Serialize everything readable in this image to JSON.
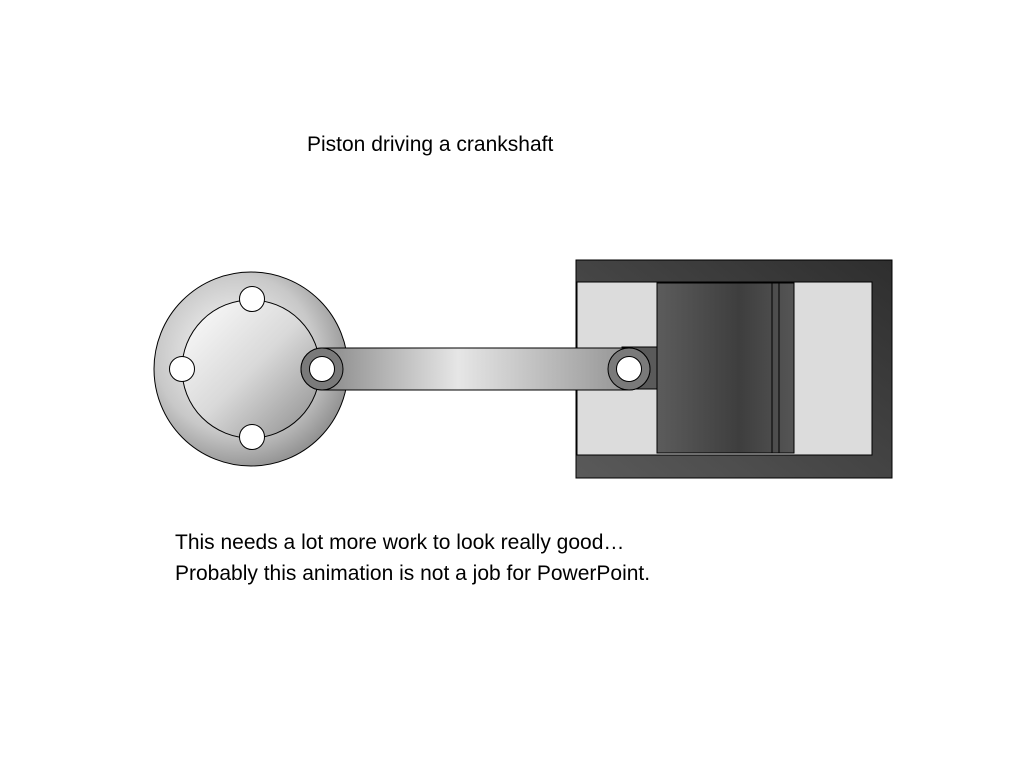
{
  "slide": {
    "title": "Piston driving a crankshaft",
    "notes": [
      "This needs a lot more work to look really good…",
      "Probably this animation is not a job for PowerPoint."
    ]
  },
  "diagram": {
    "components": [
      "crankshaft-wheel",
      "connecting-rod",
      "piston",
      "cylinder"
    ],
    "colors": {
      "cylinder_dark": "#3a3a3a",
      "cylinder_bore": "#dcdcdc",
      "piston_dark": "#4a4a4a",
      "rod_light": "#e0e0e0",
      "wheel_light": "#ffffff",
      "outline": "#000000"
    }
  }
}
